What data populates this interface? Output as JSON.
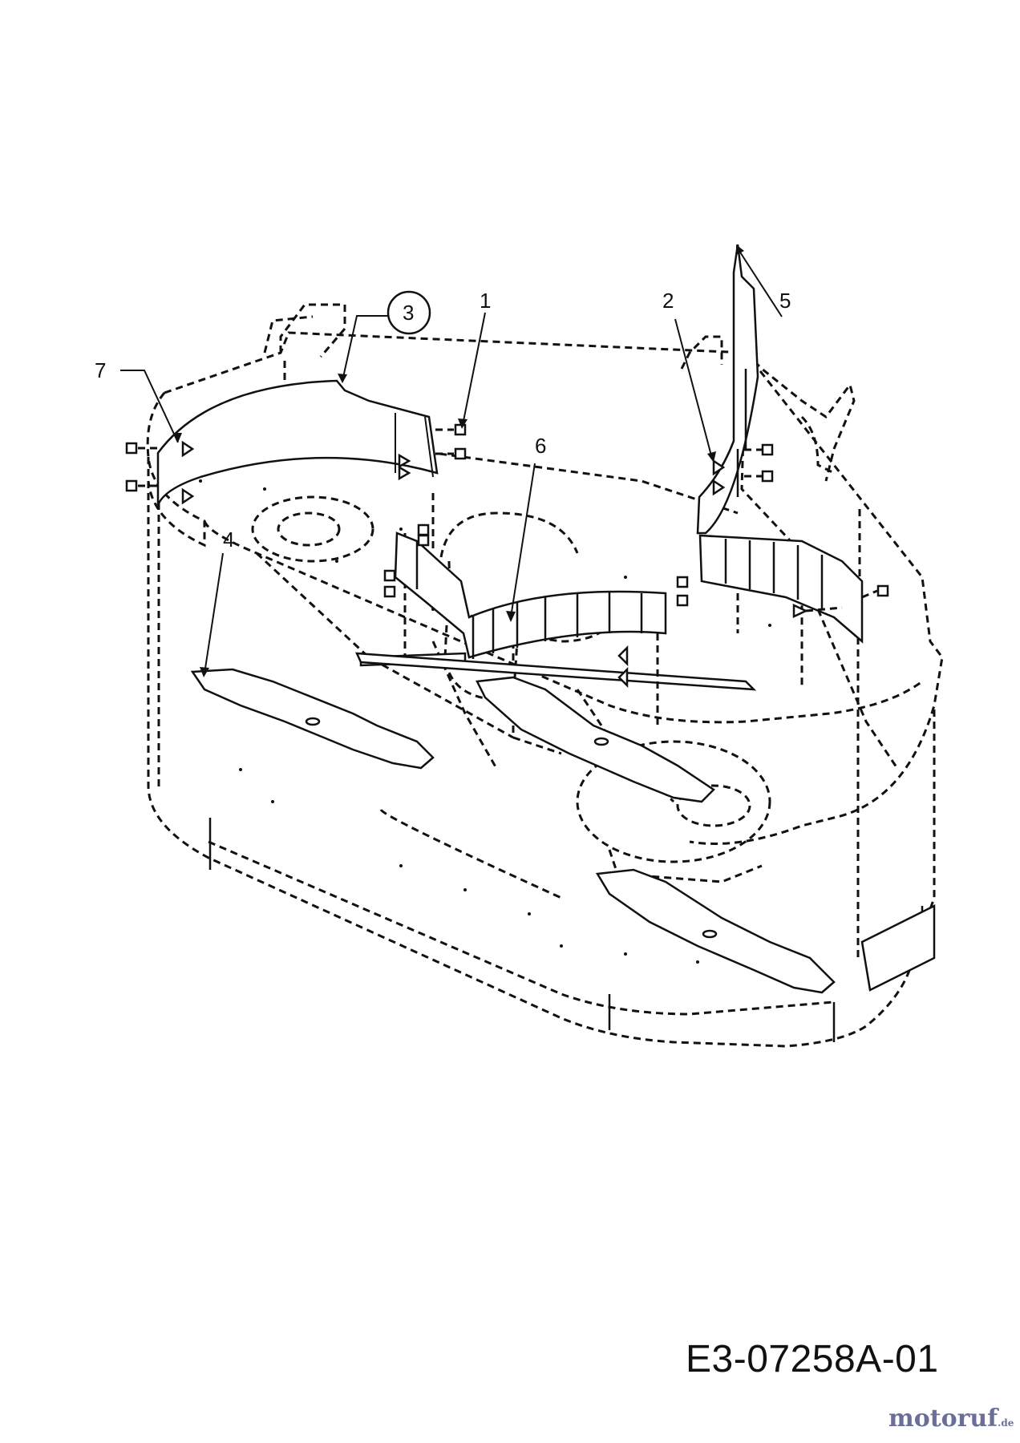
{
  "callouts": [
    {
      "id": "1",
      "text": "1"
    },
    {
      "id": "2",
      "text": "2"
    },
    {
      "id": "3",
      "text": "3"
    },
    {
      "id": "4",
      "text": "4"
    },
    {
      "id": "5",
      "text": "5"
    },
    {
      "id": "6",
      "text": "6"
    },
    {
      "id": "7",
      "text": "7"
    }
  ],
  "drawing_code": "E3-07258A-01",
  "watermark": {
    "text": "motoruf",
    "tld": ".de"
  }
}
